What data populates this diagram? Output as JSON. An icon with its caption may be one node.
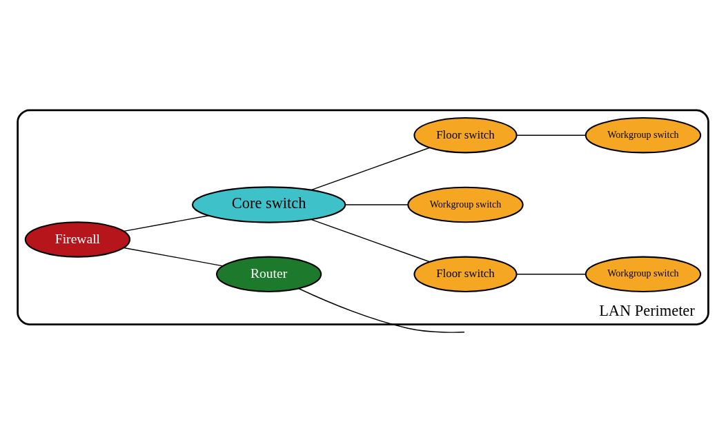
{
  "diagram": {
    "nodes": [
      {
        "text": [
          "LAN Perimeter"
        ]
      },
      {
        "text": [
          "Firewall"
        ],
        "in": 0
      },
      {
        "text": [
          "Router"
        ],
        "in": 0
      },
      {
        "text": [
          "Core switch"
        ],
        "in": 0
      },
      {
        "text": [
          "Floor switch"
        ],
        "in": 0
      },
      {
        "text": [
          "Workgroup switch"
        ],
        "in": 0
      },
      {
        "text": [
          "Workgroup switch"
        ],
        "in": 0
      },
      {
        "text": [
          "Floor switch"
        ],
        "in": 0
      },
      {
        "text": [
          "Workgroup switch"
        ],
        "in": 0
      }
    ],
    "edges": [
      {
        "from": 1,
        "to": 2,
        "arrow": "none"
      },
      {
        "from": 2,
        "to": null,
        "arrow": "none"
      },
      {
        "from": 1,
        "to": 3,
        "arrow": "none"
      },
      {
        "from": 3,
        "to": 4,
        "arrow": "none"
      },
      {
        "from": 4,
        "to": 5,
        "arrow": "none"
      },
      {
        "from": 3,
        "to": 6,
        "arrow": "none"
      },
      {
        "from": 3,
        "to": 7,
        "arrow": "none"
      },
      {
        "from": 7,
        "to": 8,
        "arrow": "none"
      }
    ]
  }
}
